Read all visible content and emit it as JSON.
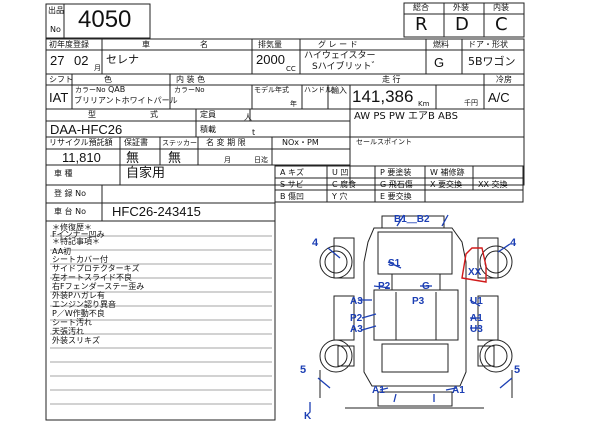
{
  "header": {
    "lot_label_1": "出品",
    "lot_label_2": "No",
    "lot_no": "4050",
    "rating_labels": [
      "総合",
      "外装",
      "内装"
    ],
    "rating_values": [
      "R",
      "D",
      "C"
    ]
  },
  "row1": {
    "registration_label": "初年度登録",
    "year": "27",
    "month": "02",
    "month_unit": "月",
    "make_label": "車",
    "name_label": "名",
    "model_name": "セレナ",
    "displacement_label": "排気量",
    "displacement": "2000",
    "cc_unit": "CC",
    "grade_label": "グ レ ー ド",
    "grade_line1": "ハイウェイスター",
    "grade_line2": "Sハイブリット゛",
    "fuel_label": "燃料",
    "fuel": "G",
    "doors_label": "ドア・形状",
    "doors": "5Bワゴン"
  },
  "row2": {
    "shift_label": "シフト",
    "shift": "IAT",
    "color_label": "色",
    "color_no_label": "カラーNo",
    "color_code": "QAB",
    "color_name": "ブリリアントホワイトパール",
    "interior_label": "内 装 色",
    "interior_color_no_label": "カラーNo",
    "model_year_label": "モデル年式",
    "handle_label": "ハンドル",
    "import_label": "輸入",
    "mileage_label": "走 行",
    "mileage": "141,386",
    "km_unit": "Km",
    "year_unit": "年",
    "yen_unit": "千円",
    "ac_label": "冷房",
    "ac": "A/C"
  },
  "row3": {
    "type_label_1": "型",
    "type_label_2": "式",
    "model_code": "DAA-HFC26",
    "capacity_label": "定員",
    "capacity_unit": "人",
    "load_label": "積載",
    "load_unit": "t",
    "equipment": "AW PS PW エアB ABS"
  },
  "row4": {
    "recycle_label": "リサイクル預託額",
    "recycle_amount": "11,810",
    "warranty_label": "保証書",
    "warranty": "無",
    "sticker_label": "ステッカー",
    "sticker": "無",
    "title_change_label": "名 変 期 限",
    "month_unit": "月",
    "date_unit": "日迄",
    "nox_label": "NOx・PM",
    "selling_point_label": "セールスポイント"
  },
  "registration": {
    "use_label": "車 種",
    "use": "自家用",
    "reg_label": "登 録 No",
    "chassis_label": "車 台 No",
    "chassis_no": "HFC26-243415"
  },
  "legend": {
    "row1": [
      "A キズ",
      "U 凹",
      "P 要塗装",
      "W 補修跡"
    ],
    "row2": [
      "S サビ",
      "C 腐食",
      "G 飛石傷",
      "X 要交換",
      "XX 交換"
    ],
    "row3": [
      "B 傷凹",
      "Y 穴",
      "E 要交換"
    ]
  },
  "notes": [
    "＊修復歴＊",
    "Fインナー凹み",
    "＊特記事項＊",
    "AA初",
    "シートカバー付",
    "サイドプロテクターキズ",
    "左オートスライド不良",
    "右Fフェンダーステー歪み",
    "外装Pハガレ有",
    "エンジン認り異音",
    "P／W作動不良",
    "シート汚れ",
    "天張汚れ",
    "外装スリキズ"
  ],
  "diagram_marks": {
    "b1b2": "B1＿B2",
    "s1": "S1",
    "xx": "XX",
    "p2": "P2",
    "g": "G",
    "a3a": "A3",
    "p3": "P3",
    "u1": "U1",
    "p2b": "P2",
    "a3b": "A3",
    "a1r": "A1",
    "u3": "U3",
    "a1bl": "A1",
    "a1br": "A1",
    "n4l": "4",
    "n4r": "4",
    "n5l": "5",
    "n5r": "5",
    "k": "K"
  }
}
